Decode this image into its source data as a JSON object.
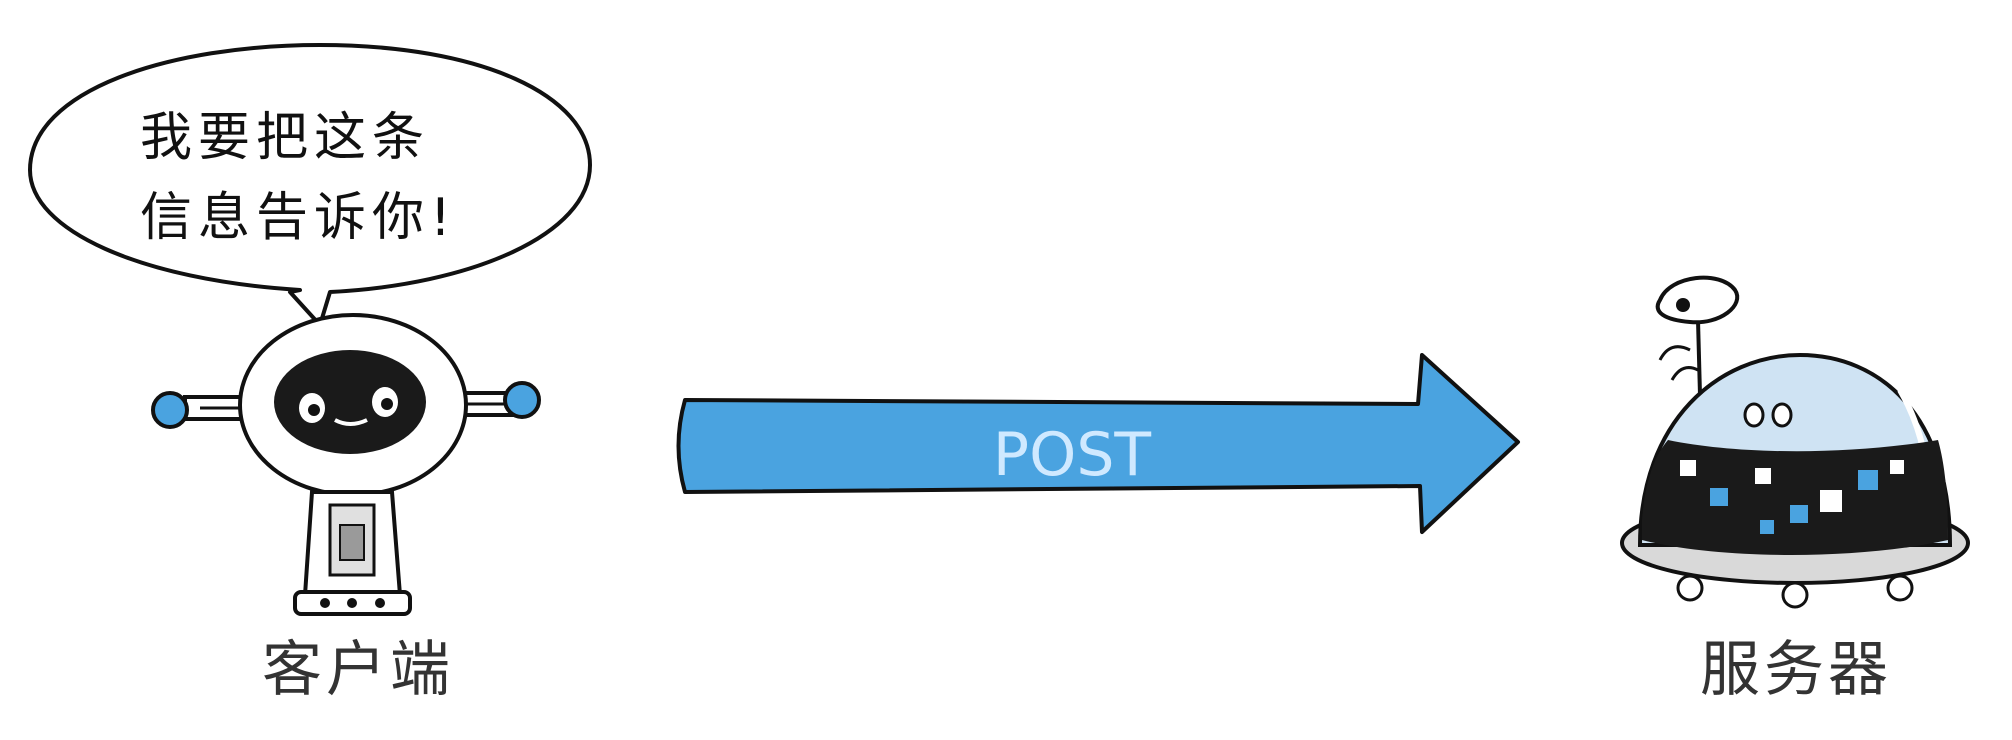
{
  "speech": {
    "line1": "我要把这条",
    "line2": "信息告诉你!"
  },
  "arrow": {
    "label": "POST",
    "fill": "#4aa3e0",
    "label_color": "#cfe9ff"
  },
  "client": {
    "caption": "客户端",
    "accent": "#4aa3e0"
  },
  "server": {
    "caption": "服务器",
    "dome_color": "#cfe3f3",
    "base_color": "#d9d9d9"
  }
}
